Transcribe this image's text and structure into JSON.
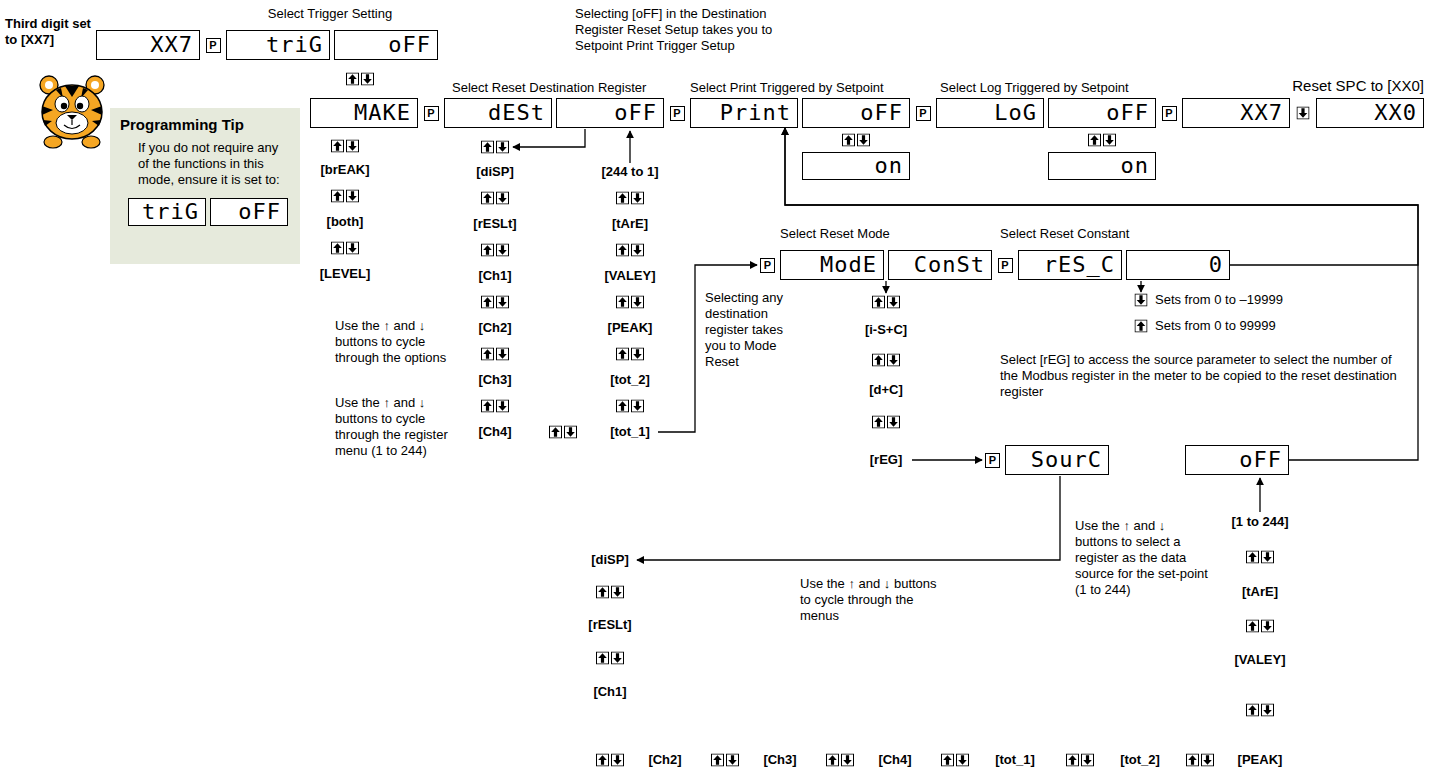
{
  "diagram": {
    "nodes": [
      {
        "text": [
          "XX7"
        ]
      },
      {
        "text": [
          "P"
        ]
      },
      {
        "text": [
          "triG"
        ]
      },
      {
        "text": [
          "oFF"
        ]
      },
      {
        "text": [
          "MAKE"
        ]
      },
      {
        "text": [
          "P"
        ]
      },
      {
        "text": [
          "dESt"
        ]
      },
      {
        "text": [
          "oFF"
        ]
      },
      {
        "text": [
          "P"
        ]
      },
      {
        "text": [
          "Print"
        ]
      },
      {
        "text": [
          "oFF"
        ]
      },
      {
        "text": [
          "P"
        ]
      },
      {
        "text": [
          "LoG"
        ]
      },
      {
        "text": [
          "oFF"
        ]
      },
      {
        "text": [
          "P"
        ]
      },
      {
        "text": [
          "XX7"
        ]
      },
      {
        "text": [
          "XX0"
        ]
      },
      {
        "text": [
          "on"
        ]
      },
      {
        "text": [
          "on"
        ]
      },
      {
        "text": [
          "Programming Tip",
          "If you do not require any of the functions in this mode, ensure it is set to:"
        ]
      },
      {
        "text": [
          "triG"
        ],
        "in": 19
      },
      {
        "text": [
          "oFF"
        ],
        "in": 19
      },
      {
        "text": [
          "P"
        ]
      },
      {
        "text": [
          "ModE"
        ]
      },
      {
        "text": [
          "ConSt"
        ]
      },
      {
        "text": [
          "P"
        ]
      },
      {
        "text": [
          "rES_C"
        ]
      },
      {
        "text": [
          "0"
        ]
      },
      {
        "text": [
          "P"
        ]
      },
      {
        "text": [
          "SourC"
        ]
      },
      {
        "text": [
          "oFF"
        ]
      }
    ],
    "edges": [
      {
        "from": 27,
        "to": 9,
        "arrow": "to"
      },
      {
        "from": 30,
        "to": 9,
        "arrow": "to"
      }
    ],
    "labels": [
      "Third digit set to [XX7]",
      "Select Trigger Setting",
      "Selecting [oFF] in the Destination Register Reset Setup takes you to Setpoint Print Trigger Setup",
      "Select Reset Destination Register",
      "Select Print Triggered by Setpoint",
      "Select Log Triggered by Setpoint",
      "Reset SPC to [XX0]",
      "[brEAK]",
      "[both]",
      "[LEVEL]",
      "[diSP]",
      "[rESLt]",
      "[Ch1]",
      "[Ch2]",
      "[Ch3]",
      "[Ch4]",
      "[244 to 1]",
      "[tArE]",
      "[VALEY]",
      "[PEAK]",
      "[tot_2]",
      "[tot_1]",
      "Use the ↑ and ↓ buttons to cycle through the options",
      "Use the ↑ and ↓ buttons to cycle through the register menu (1 to 244)",
      "Select Reset Mode",
      "Select Reset Constant",
      "Selecting any destination register takes you to Mode Reset",
      "[i-S+C]",
      "[d+C]",
      "[rEG]",
      "Sets from 0 to –19999",
      "Sets from 0 to 99999",
      "Select [rEG] to access the source parameter to select the number of the Modbus register in the meter to be copied to the reset destination register",
      "Use the ↑ and ↓ buttons to cycle through the menus",
      "Use the ↑ and ↓ buttons to select a register as the data source for the set-point (1 to 244)",
      "[1 to 244]",
      "[tArE]",
      "[VALEY]",
      "[diSP]",
      "[rESLt]",
      "[Ch1]",
      "[Ch2]",
      "[Ch3]",
      "[Ch4]",
      "[tot_1]",
      "[tot_2]",
      "[PEAK]"
    ]
  }
}
